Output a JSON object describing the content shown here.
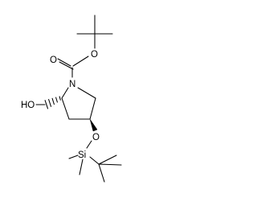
{
  "molecule": {
    "atoms": {
      "carbonyl_oxygen": "O",
      "ester_oxygen": "O",
      "ring_nitrogen": "N",
      "hydroxyl": "HO",
      "ether_oxygen": "O",
      "silicon": "Si"
    },
    "colors": {
      "bond": "#000000",
      "label": "#000000",
      "background": "#ffffff"
    }
  }
}
